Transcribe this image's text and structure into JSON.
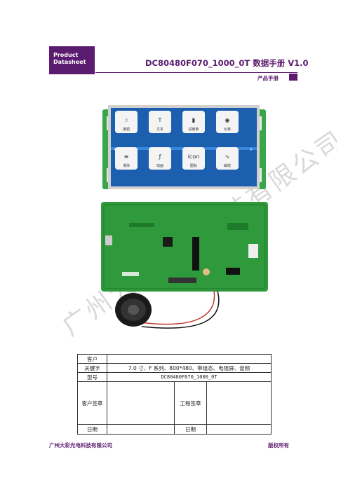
{
  "header": {
    "badge_line1": "Product",
    "badge_line2": "Datasheet",
    "title": "DC80480F070_1000_0T 数据手册 V1.0",
    "subtitle": "产品手册"
  },
  "watermark": {
    "text": "广州大彩光电科技有限公司"
  },
  "screen_ui": {
    "icons": [
      {
        "label": "按钮",
        "icon": "touch-icon"
      },
      {
        "label": "文本",
        "icon": "text-icon"
      },
      {
        "label": "进度条",
        "icon": "bars-icon"
      },
      {
        "label": "仪表",
        "icon": "gauge-icon"
      },
      {
        "label": "滑块",
        "icon": "slider-icon"
      },
      {
        "label": "动画",
        "icon": "flash-icon"
      },
      {
        "label": "图标",
        "icon": "icon-text-icon"
      },
      {
        "label": "曲线",
        "icon": "curve-icon"
      }
    ],
    "icon_caption_icon": "icon"
  },
  "table": {
    "customer_label": "客户",
    "customer_value": "",
    "keywords_label": "关键字",
    "keywords_value": "7.0 寸、F 系列、800*480、带组态、电阻屏、音频",
    "model_label": "型号",
    "model_value": "DC80480F070_1000_0T",
    "customer_sign_label": "客户签章",
    "engineering_sign_label": "工程签章",
    "date_label_1": "日期",
    "date_label_2": "日期"
  },
  "footer": {
    "company": "广州大彩光电科技有限公司",
    "rights": "版权所有"
  },
  "colors": {
    "brand": "#5b1b6f",
    "pcb_green": "#2e9a3c",
    "screen_blue": "#1b5fae"
  }
}
